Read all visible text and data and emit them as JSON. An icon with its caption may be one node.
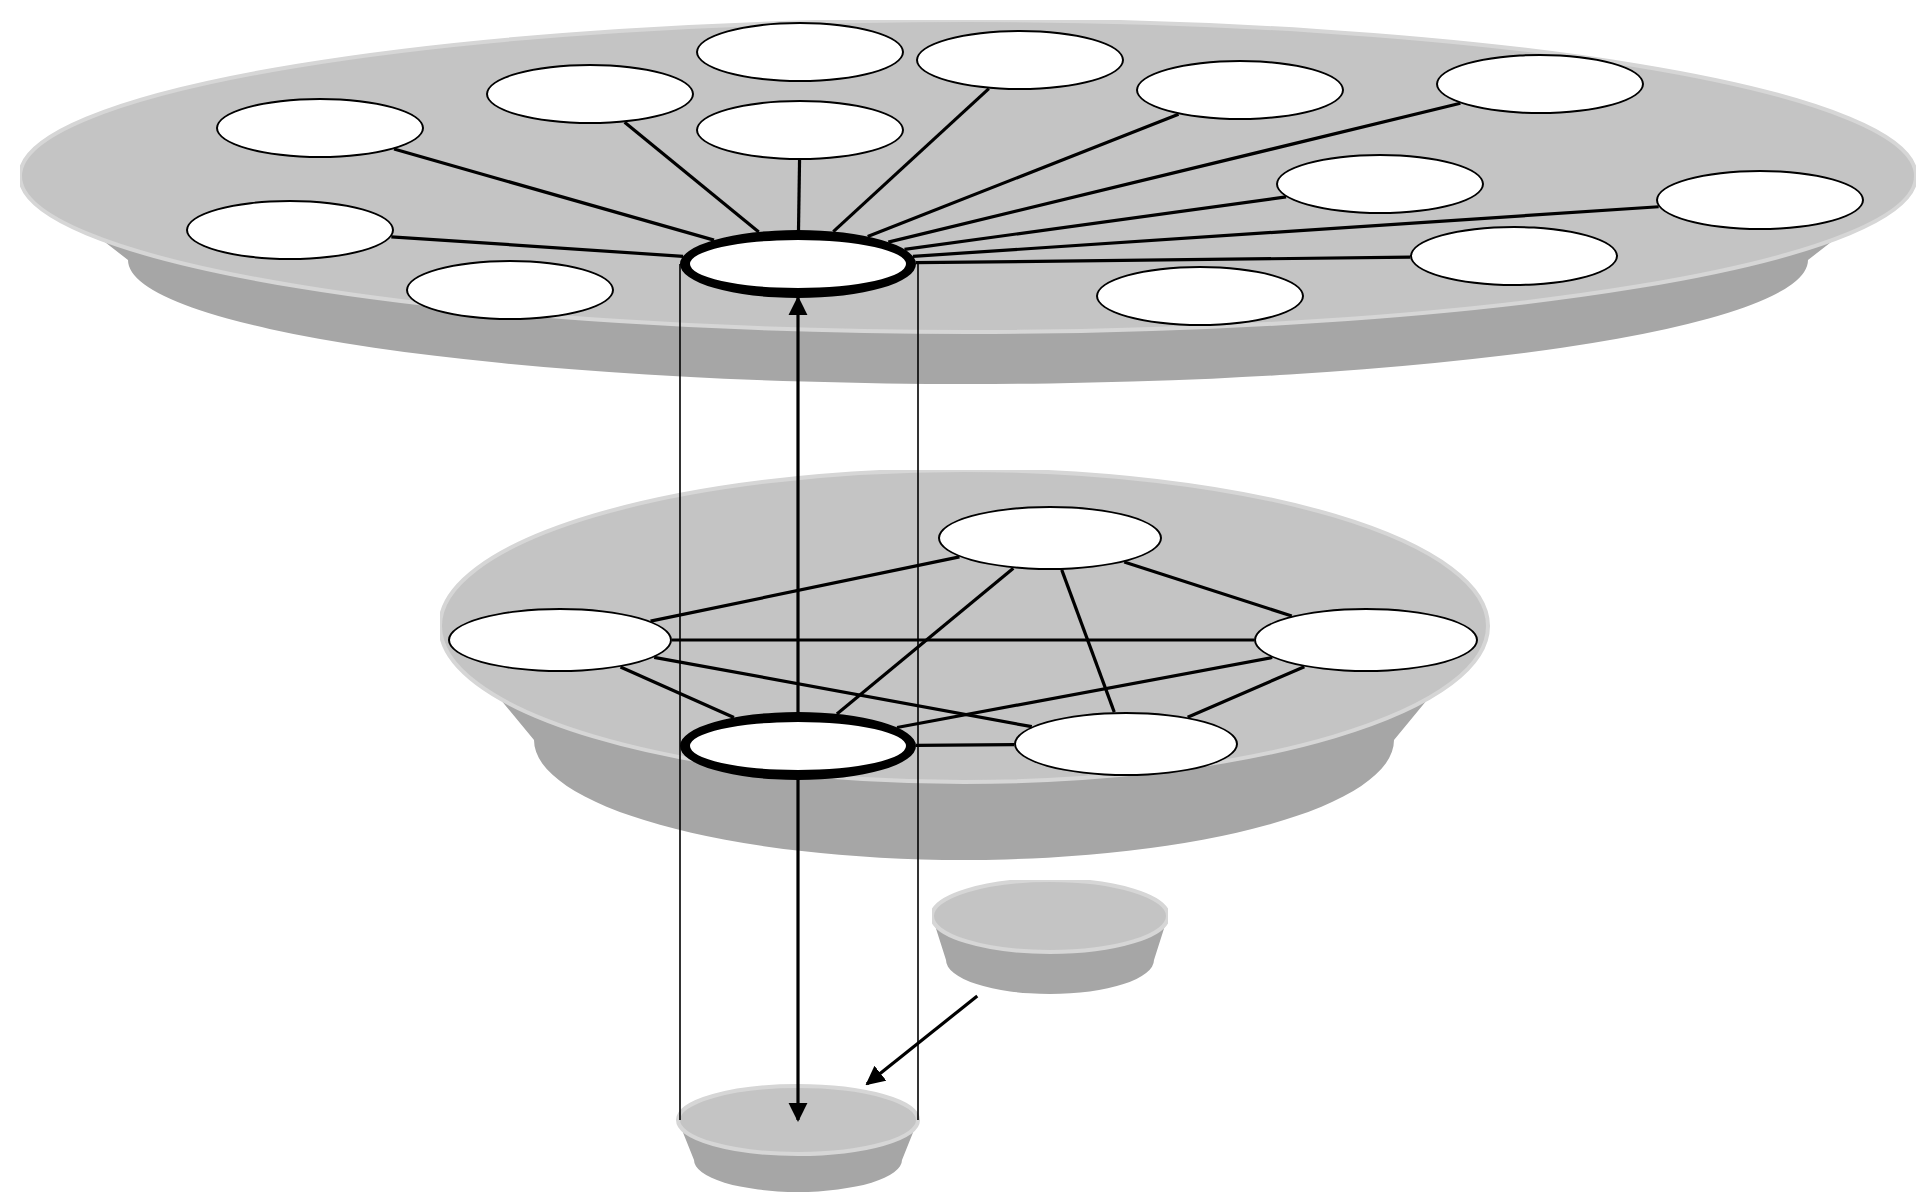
{
  "diagram": {
    "nodes": [
      {
        "text": [],
        "shape": "cylinder"
      },
      {
        "text": [],
        "shape": "ellipse",
        "in": 0
      },
      {
        "text": [],
        "shape": "ellipse",
        "in": 0
      },
      {
        "text": [],
        "shape": "ellipse",
        "in": 0
      },
      {
        "text": [],
        "shape": "ellipse",
        "in": 0
      },
      {
        "text": [],
        "shape": "ellipse",
        "in": 0
      },
      {
        "text": [],
        "shape": "ellipse",
        "in": 0
      },
      {
        "text": [],
        "shape": "ellipse",
        "in": 0
      },
      {
        "text": [],
        "shape": "ellipse",
        "in": 0
      },
      {
        "text": [],
        "shape": "ellipse",
        "in": 0
      },
      {
        "text": [],
        "shape": "ellipse",
        "in": 0
      },
      {
        "text": [],
        "shape": "ellipse",
        "in": 0
      },
      {
        "text": [],
        "shape": "ellipse",
        "in": 0
      },
      {
        "text": [],
        "shape": "ellipse",
        "in": 0
      },
      {
        "text": [],
        "shape": "ellipse",
        "in": 0
      },
      {
        "text": [],
        "shape": "cylinder"
      },
      {
        "text": [],
        "shape": "ellipse",
        "in": 15
      },
      {
        "text": [],
        "shape": "ellipse",
        "in": 15
      },
      {
        "text": [],
        "shape": "ellipse",
        "in": 15
      },
      {
        "text": [],
        "shape": "ellipse",
        "in": 15
      },
      {
        "text": [],
        "shape": "ellipse",
        "in": 15
      },
      {
        "text": [],
        "shape": "cylinder"
      },
      {
        "text": [],
        "shape": "cylinder"
      }
    ],
    "edges": [
      {
        "from": 12,
        "to": 1,
        "arrow": "none"
      },
      {
        "from": 12,
        "to": 2,
        "arrow": "none"
      },
      {
        "from": 12,
        "to": 3,
        "arrow": "none"
      },
      {
        "from": 12,
        "to": 4,
        "arrow": "none"
      },
      {
        "from": 12,
        "to": 5,
        "arrow": "none"
      },
      {
        "from": 12,
        "to": 7,
        "arrow": "none"
      },
      {
        "from": 12,
        "to": 9,
        "arrow": "none"
      },
      {
        "from": 12,
        "to": 10,
        "arrow": "none"
      },
      {
        "from": 12,
        "to": 11,
        "arrow": "none"
      },
      {
        "from": 12,
        "to": 14,
        "arrow": "none"
      },
      {
        "from": 16,
        "to": 17,
        "arrow": "none"
      },
      {
        "from": 16,
        "to": 18,
        "arrow": "none"
      },
      {
        "from": 16,
        "to": 19,
        "arrow": "none"
      },
      {
        "from": 16,
        "to": 20,
        "arrow": "none"
      },
      {
        "from": 17,
        "to": 18,
        "arrow": "none"
      },
      {
        "from": 17,
        "to": 19,
        "arrow": "none"
      },
      {
        "from": 17,
        "to": 20,
        "arrow": "none"
      },
      {
        "from": 18,
        "to": 19,
        "arrow": "none"
      },
      {
        "from": 18,
        "to": 20,
        "arrow": "none"
      },
      {
        "from": 19,
        "to": 20,
        "arrow": "none"
      },
      {
        "from": 19,
        "to": 12,
        "arrow": "to"
      },
      {
        "from": 19,
        "to": 22,
        "arrow": "to"
      },
      {
        "from": 21,
        "to": 22,
        "arrow": "to"
      },
      {
        "from": 12,
        "to": 22,
        "arrow": "none"
      },
      {
        "from": 12,
        "to": 22,
        "arrow": "none"
      }
    ]
  }
}
